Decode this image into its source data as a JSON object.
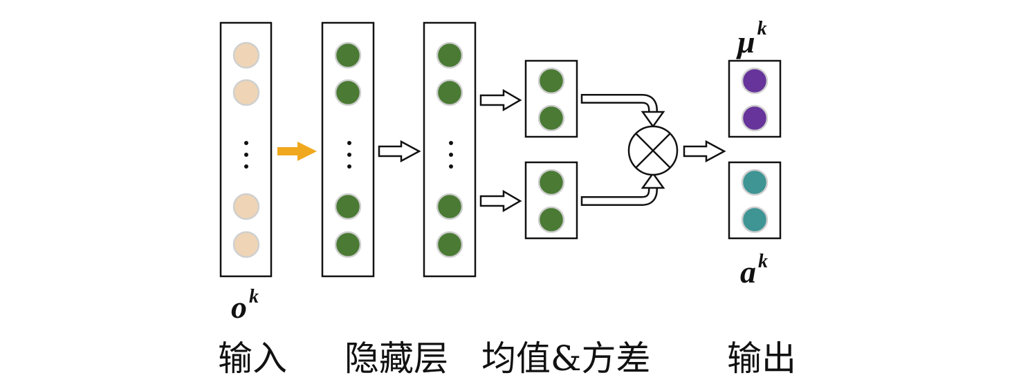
{
  "labels": {
    "input": "输入",
    "hidden": "隐藏层",
    "mean_var": "均值&方差",
    "output": "输出"
  },
  "symbols": {
    "o_base": "o",
    "o_sup": "k",
    "mu_base": "μ",
    "mu_sup": "k",
    "a_base": "a",
    "a_sup": "k"
  },
  "colors": {
    "input_node": "#efd5b5",
    "hidden_node": "#4a7a34",
    "mu_node": "#66349a",
    "a_node": "#3f9494",
    "orange_arrow": "#f0a81e",
    "outline": "#111111"
  },
  "icons": {
    "combine": "circle-times-icon",
    "ellipsis": "vertical-ellipsis-icon"
  }
}
